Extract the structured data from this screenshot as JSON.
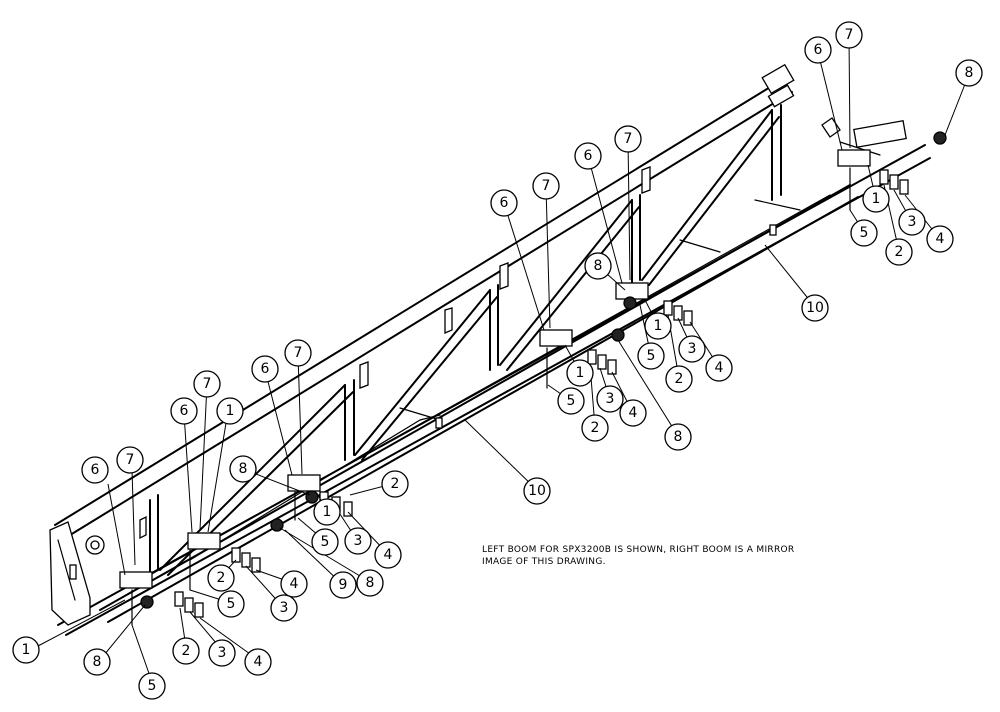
{
  "note": {
    "line1": "LEFT BOOM FOR SPX3200B IS SHOWN, RIGHT BOOM IS A MIRROR",
    "line2": "IMAGE OF THIS DRAWING."
  },
  "callouts": {
    "left": [
      "1",
      "2",
      "3",
      "4",
      "5",
      "6",
      "7",
      "8"
    ],
    "mid_left": [
      "1",
      "2",
      "3",
      "4",
      "5",
      "6",
      "7",
      "8",
      "9"
    ],
    "left_center": [
      "1",
      "2",
      "3",
      "4",
      "5",
      "6",
      "7",
      "8"
    ],
    "center": [
      "1",
      "2",
      "3",
      "4",
      "5",
      "6",
      "7",
      "8",
      "10"
    ],
    "right_center": [
      "1",
      "2",
      "3",
      "4",
      "5",
      "6",
      "7",
      "8"
    ],
    "right": [
      "1",
      "2",
      "3",
      "4",
      "5",
      "6",
      "7",
      "8",
      "10"
    ]
  }
}
